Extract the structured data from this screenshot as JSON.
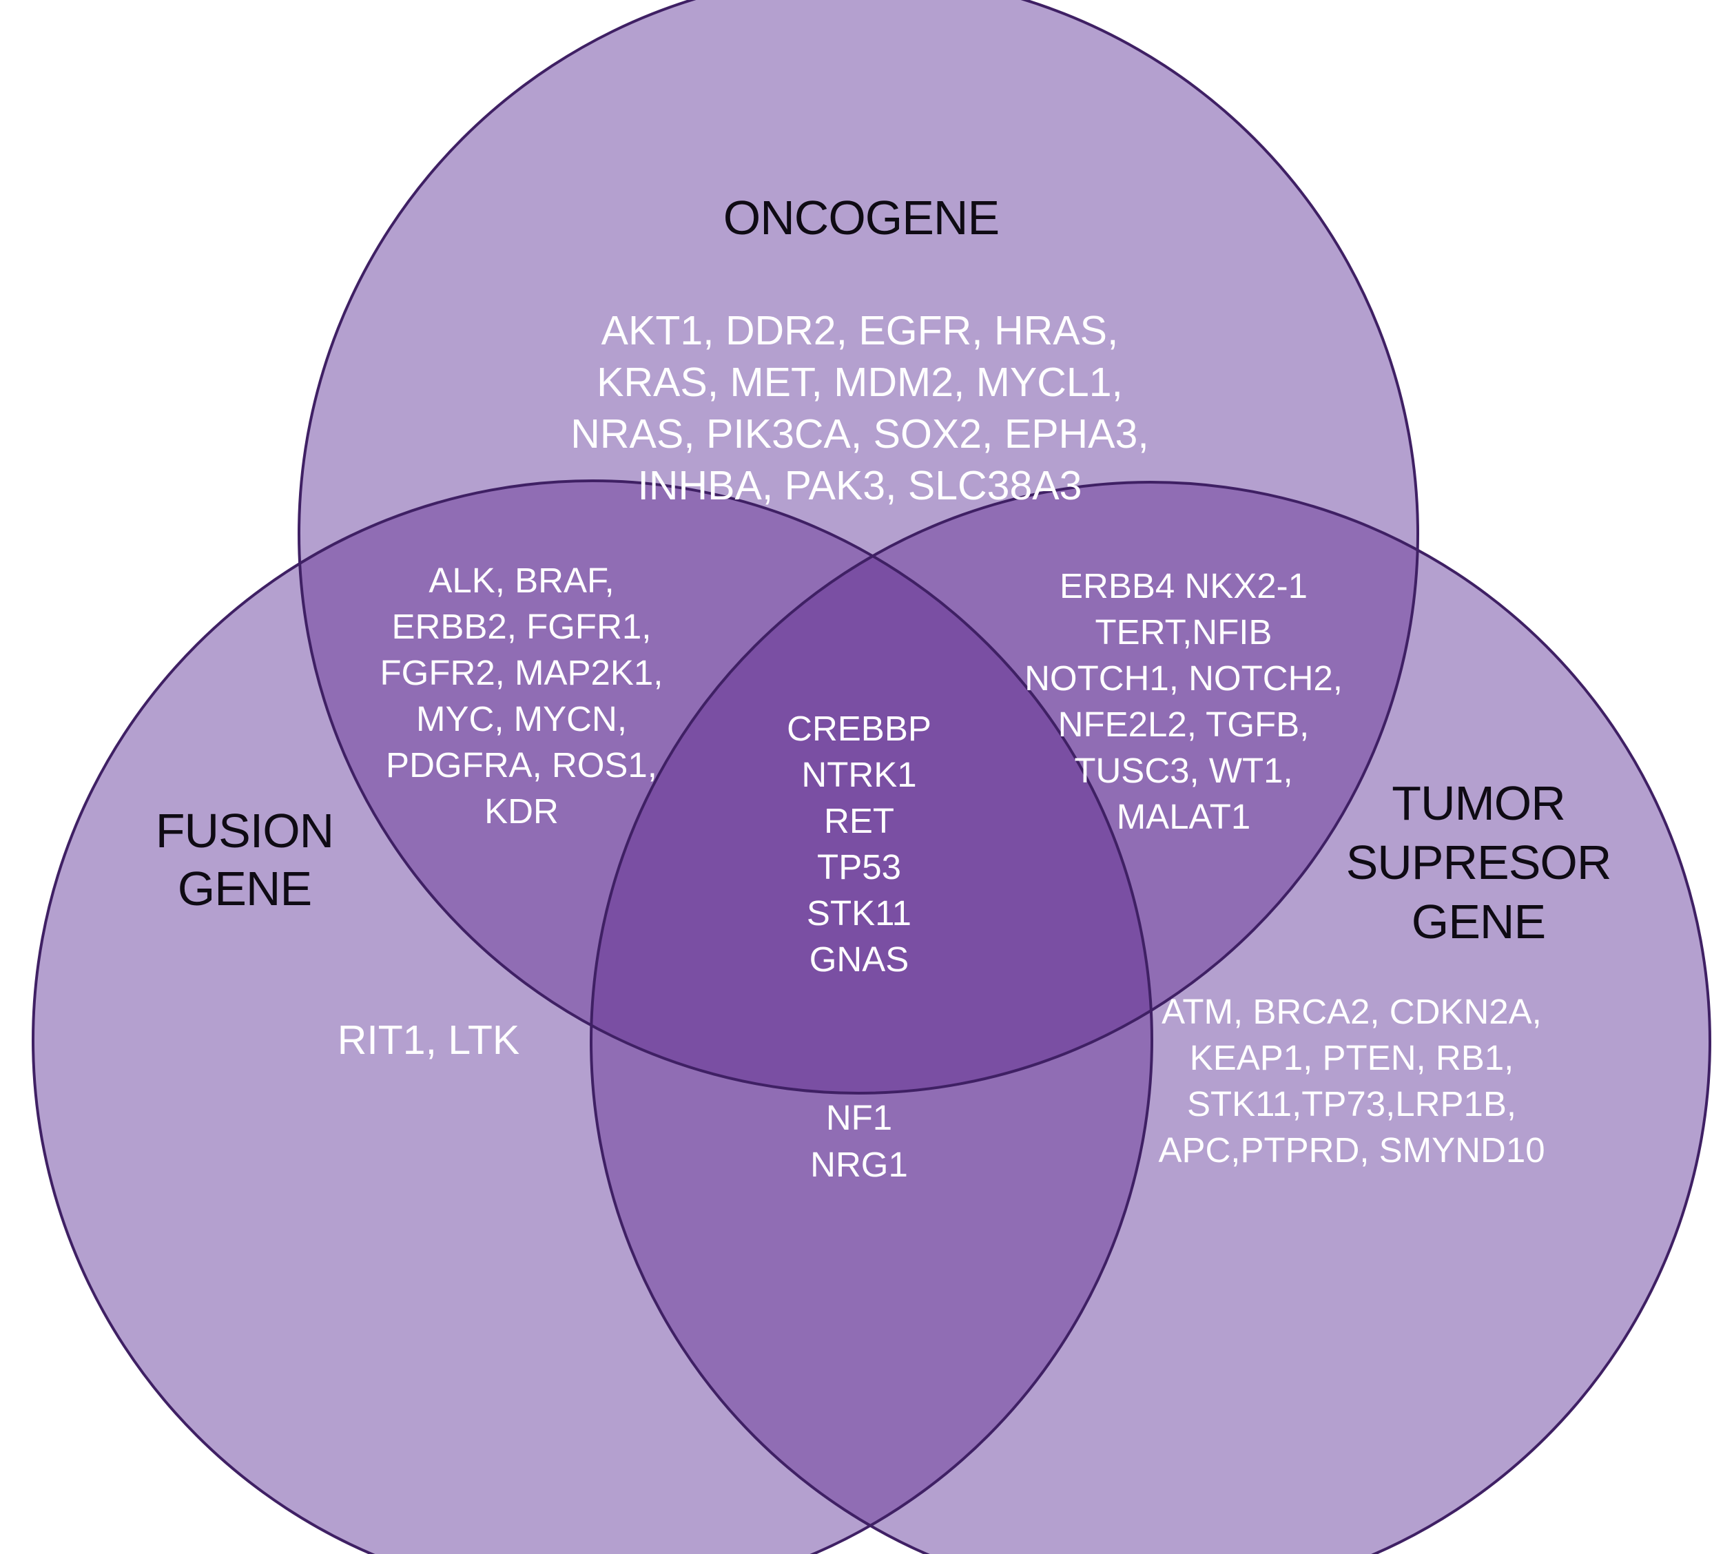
{
  "colors": {
    "circle_fill": "#b4a0cf",
    "pair_overlap_fill": "#906db4",
    "center_fill": "#7a4fa3",
    "outline": "#3f2064",
    "label_text": "#0f0b14",
    "gene_text": "#ffffff"
  },
  "sets": {
    "oncogene": {
      "label": [
        "ONCOGENE"
      ],
      "genes": [
        "AKT1, DDR2, EGFR, HRAS,",
        "KRAS, MET, MDM2, MYCL1,",
        "NRAS, PIK3CA, SOX2, EPHA3,",
        "INHBA, PAK3, SLC38A3"
      ]
    },
    "fusion": {
      "label": [
        "FUSION",
        "GENE"
      ],
      "genes": [
        "RIT1, LTK"
      ]
    },
    "tumor_suppressor": {
      "label": [
        "TUMOR",
        "SUPRESOR",
        "GENE"
      ],
      "genes": [
        "ATM, BRCA2, CDKN2A,",
        "KEAP1, PTEN, RB1,",
        "STK11,TP73,LRP1B,",
        "APC,PTPRD, SMYND10"
      ]
    }
  },
  "overlaps": {
    "oncogene_fusion": [
      "ALK, BRAF,",
      "ERBB2, FGFR1,",
      "FGFR2, MAP2K1,",
      "MYC, MYCN,",
      "PDGFRA, ROS1,",
      "KDR"
    ],
    "oncogene_tumor_suppressor": [
      "ERBB4 NKX2-1",
      "TERT,NFIB",
      "NOTCH1, NOTCH2,",
      "NFE2L2, TGFB,",
      "TUSC3, WT1,",
      "MALAT1"
    ],
    "fusion_tumor_suppressor": [
      "NF1",
      "NRG1"
    ],
    "all_three": [
      "CREBBP",
      "NTRK1",
      "RET",
      "TP53",
      "STK11",
      "GNAS"
    ]
  }
}
